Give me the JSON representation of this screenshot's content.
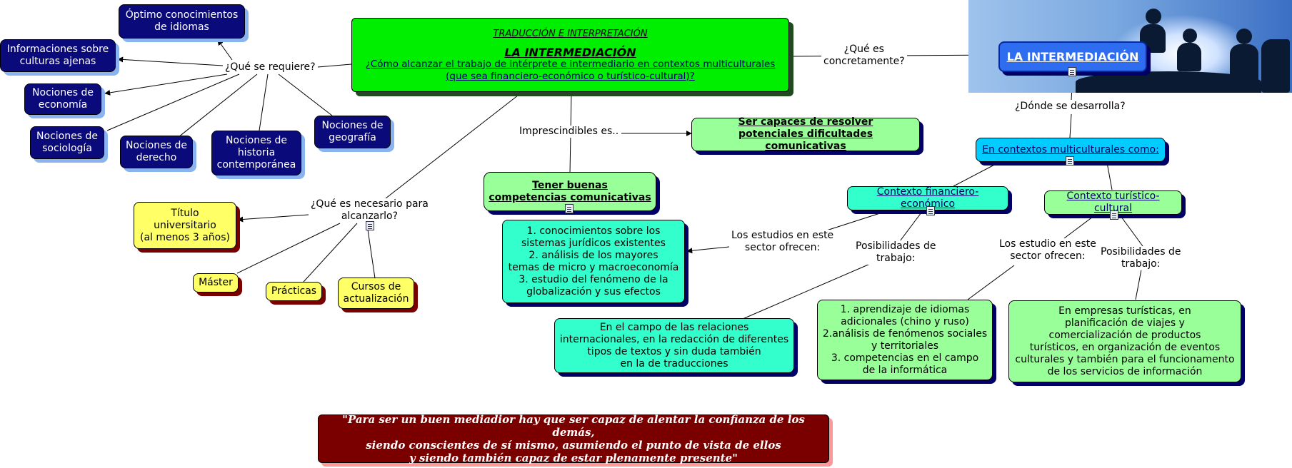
{
  "center": {
    "heading": "TRADUCCIÓN E INTERPRETACIÓN",
    "title": "LA INTERMEDIACIÓN",
    "question": "¿Cómo alcanzar el trabajo de intérprete e intermediario en contextos multiculturales\n(que sea financiero-económico o turístico-cultural)?"
  },
  "requires": {
    "label": "¿Qué se requiere?",
    "items": [
      "Óptimo conocimientos\nde idiomas",
      "Informaciones sobre\nculturas ajenas",
      "Nociones de\neconomía",
      "Nociones de\nsociología",
      "Nociones de\nderecho",
      "Nociones de\nhistoria\ncontemporánea",
      "Nociones de\ngeografía"
    ]
  },
  "necesario": {
    "label": "¿Qué es necesario para\nalcanzarlo?",
    "items": [
      "Título\nuniversitario\n(al menos 3 años)",
      "Máster",
      "Prácticas",
      "Cursos de\nactualización"
    ]
  },
  "imprescindibles": {
    "label": "Imprescindibles es..",
    "resolver": "Ser capaces de resolver\npotenciales dificultades comunicativas",
    "competencias": "Tener buenas\ncompetencias comunicativas"
  },
  "estudios_financiero": {
    "label": "Los estudios en este\nsector ofrecen:",
    "text": "1. conocimientos sobre los\nsistemas jurídicos existentes\n2. análisis de los mayores\ntemas de micro y macroeconomía\n3. estudio del fenómeno de la\nglobalización y sus efectos"
  },
  "trabajo_financiero": {
    "label": "Posibilidades de\ntrabajo:",
    "text": "En el campo de las relaciones\ninternacionales, en la redacción de diferentes\ntipos de textos y sin duda también\nen la de traducciones"
  },
  "intermediacion": {
    "question": "¿Qué es\nconcretamente?",
    "title": "LA INTERMEDIACIÓN",
    "donde": "¿Dónde se desarrolla?",
    "contextos": "En contextos multiculturales como:",
    "financiero": "Contexto financiero-económico",
    "turistico": "Contexto turístico-cultural"
  },
  "estudio_turistico": {
    "label": "Los estudio en este\nsector ofrecen:",
    "text": "1. aprendizaje de idiomas\nadicionales (chino y ruso)\n2.análisis de fenómenos sociales\ny territoriales\n3. competencias en el campo\nde la informática"
  },
  "trabajo_turistico": {
    "label": "Posibilidades de\ntrabajo:",
    "text": "En empresas turísticas, en\nplanificación de viajes y\ncomercialización de productos\nturísticos, en organización de eventos\nculturales y también para el funcionamento\nde los servicios de información"
  },
  "quote": "\"Para ser un buen mediadior hay que ser capaz de alentar la confianza de los demás,\nsiendo conscientes de sí mismo, asumiendo el punto de vista de ellos\ny siendo también capaz de estar plenamente presente\"",
  "colors": {
    "center": "#00ee00",
    "navy": "#0a0a7a",
    "yellow": "#ffff66",
    "teal": "#33ffcc",
    "light_green": "#99ff99",
    "cyan": "#00ccff",
    "intermediacion": "#2e6cf0",
    "quote": "#7a0000"
  }
}
